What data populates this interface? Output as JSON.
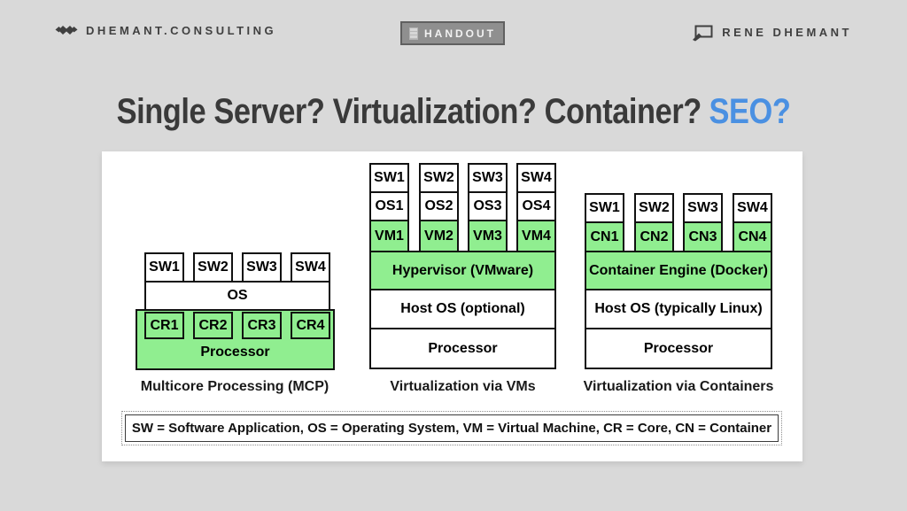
{
  "header": {
    "brand": "DHEMANT.CONSULTING",
    "badge": "HANDOUT",
    "author": "RENE DHEMANT"
  },
  "title": {
    "prefix": "Single Server? Virtualization? Container?",
    "highlight": "SEO?",
    "highlight_color": "#4a90e2",
    "text_color": "#3a3a3a"
  },
  "diagram": {
    "mcp": {
      "sw": [
        "SW1",
        "SW2",
        "SW3",
        "SW4"
      ],
      "os": "OS",
      "cr": [
        "CR1",
        "CR2",
        "CR3",
        "CR4"
      ],
      "processor": "Processor",
      "caption": "Multicore Processing (MCP)"
    },
    "vm": {
      "sw": [
        "SW1",
        "SW2",
        "SW3",
        "SW4"
      ],
      "os": [
        "OS1",
        "OS2",
        "OS3",
        "OS4"
      ],
      "vm": [
        "VM1",
        "VM2",
        "VM3",
        "VM4"
      ],
      "hypervisor": "Hypervisor (VMware)",
      "host_os": "Host OS (optional)",
      "processor": "Processor",
      "caption": "Virtualization via VMs"
    },
    "container": {
      "sw": [
        "SW1",
        "SW2",
        "SW3",
        "SW4"
      ],
      "cn": [
        "CN1",
        "CN2",
        "CN3",
        "CN4"
      ],
      "engine": "Container Engine (Docker)",
      "host_os": "Host OS (typically Linux)",
      "processor": "Processor",
      "caption": "Virtualization via Containers"
    },
    "legend": "SW = Software Application, OS = Operating System, VM = Virtual Machine, CR = Core, CN = Container",
    "colors": {
      "highlight_green": "#90ee90",
      "box_border": "#111111",
      "card_background": "#ffffff",
      "page_background": "#d9d9d9"
    }
  }
}
